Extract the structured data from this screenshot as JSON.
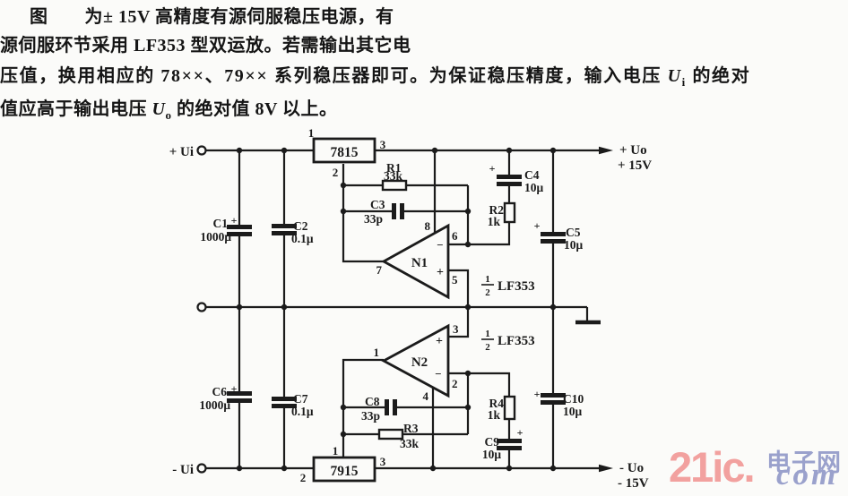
{
  "paragraph": {
    "line1": "图　　为± 15V 高精度有源伺服稳压电源，有",
    "line2": "源伺服环节采用 LF353 型双运放。若需输出其它电",
    "line3_pre": "压值，换用相应的 78××、79×× 系列稳压器即可。为保证稳压精度，输入电压 ",
    "line3_var": "U",
    "line3_sub": "i",
    "line3_post": " 的绝对",
    "line4_pre": "值应高于输出电压 ",
    "line4_var": "U",
    "line4_sub": "o",
    "line4_post": " 的绝对值 8V 以上。"
  },
  "circuit": {
    "terminals": {
      "in_pos": "+ Ui",
      "in_neg": "- Ui",
      "out_pos": "+ Uo",
      "out_pos_v": "+ 15V",
      "out_neg": "- Uo",
      "out_neg_v": "- 15V"
    },
    "reg_top": {
      "name": "7815",
      "p1": "1",
      "p2": "2",
      "p3": "3"
    },
    "reg_bot": {
      "name": "7915",
      "p1": "1",
      "p2": "2",
      "p3": "3"
    },
    "n1": {
      "name": "N1",
      "p_vcc": "8",
      "p_inv": "6",
      "p_nin": "5",
      "p_out": "7",
      "sign_inv": "−",
      "sign_nin": "+"
    },
    "n2": {
      "name": "N2",
      "p_nin": "3",
      "p_inv": "2",
      "p_out": "1",
      "p_vee": "4",
      "sign_nin": "+",
      "sign_inv": "−"
    },
    "lf353": {
      "num": "1",
      "den": "2",
      "name": "LF353"
    },
    "c1": {
      "ref": "C1",
      "val": "1000μ",
      "pol": "+"
    },
    "c2": {
      "ref": "C2",
      "val": "0.1μ"
    },
    "c3": {
      "ref": "C3",
      "val": "33p"
    },
    "c4": {
      "ref": "C4",
      "val": "10μ",
      "pol": "+"
    },
    "c5": {
      "ref": "C5",
      "val": "10μ",
      "pol": "+"
    },
    "c6": {
      "ref": "C6",
      "val": "1000μ",
      "pol": "+"
    },
    "c7": {
      "ref": "C7",
      "val": "0.1μ"
    },
    "c8": {
      "ref": "C8",
      "val": "33p"
    },
    "c9": {
      "ref": "C9",
      "val": "10μ",
      "pol": "+"
    },
    "c10": {
      "ref": "C10",
      "val": "10μ",
      "pol": "+"
    },
    "r1": {
      "ref": "R1",
      "val": "33k"
    },
    "r2": {
      "ref": "R2",
      "val": "1k"
    },
    "r3": {
      "ref": "R3",
      "val": "33k"
    },
    "r4": {
      "ref": "R4",
      "val": "1k"
    }
  },
  "watermark": {
    "brand": "21ic.",
    "site": "电子网",
    "suffix": "com",
    "pink": "#f2a19f",
    "blue": "#9aa1cc"
  }
}
